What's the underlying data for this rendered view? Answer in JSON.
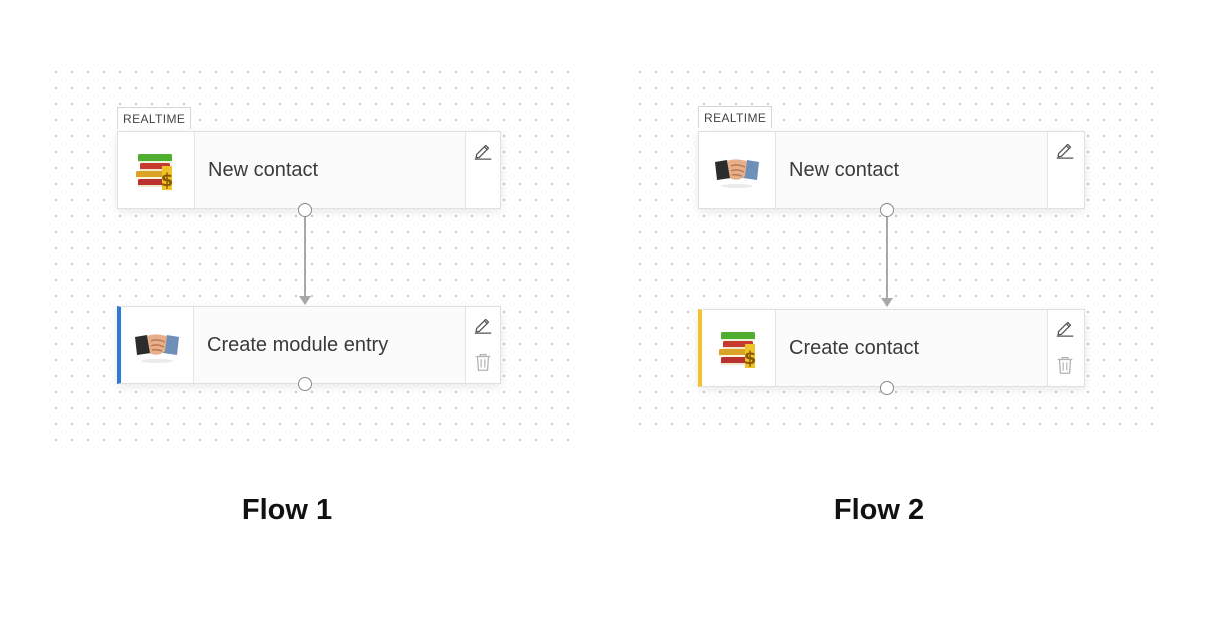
{
  "flows": [
    {
      "title": "Flow 1",
      "trigger": {
        "badge": "REALTIME",
        "label": "New contact",
        "icon": "books-dollar-icon"
      },
      "action": {
        "label": "Create module entry",
        "icon": "handshake-icon",
        "accent": "#2f7ad6"
      }
    },
    {
      "title": "Flow 2",
      "trigger": {
        "badge": "REALTIME",
        "label": "New contact",
        "icon": "handshake-icon"
      },
      "action": {
        "label": "Create contact",
        "icon": "books-dollar-icon",
        "accent": "#f2c12e"
      }
    }
  ]
}
